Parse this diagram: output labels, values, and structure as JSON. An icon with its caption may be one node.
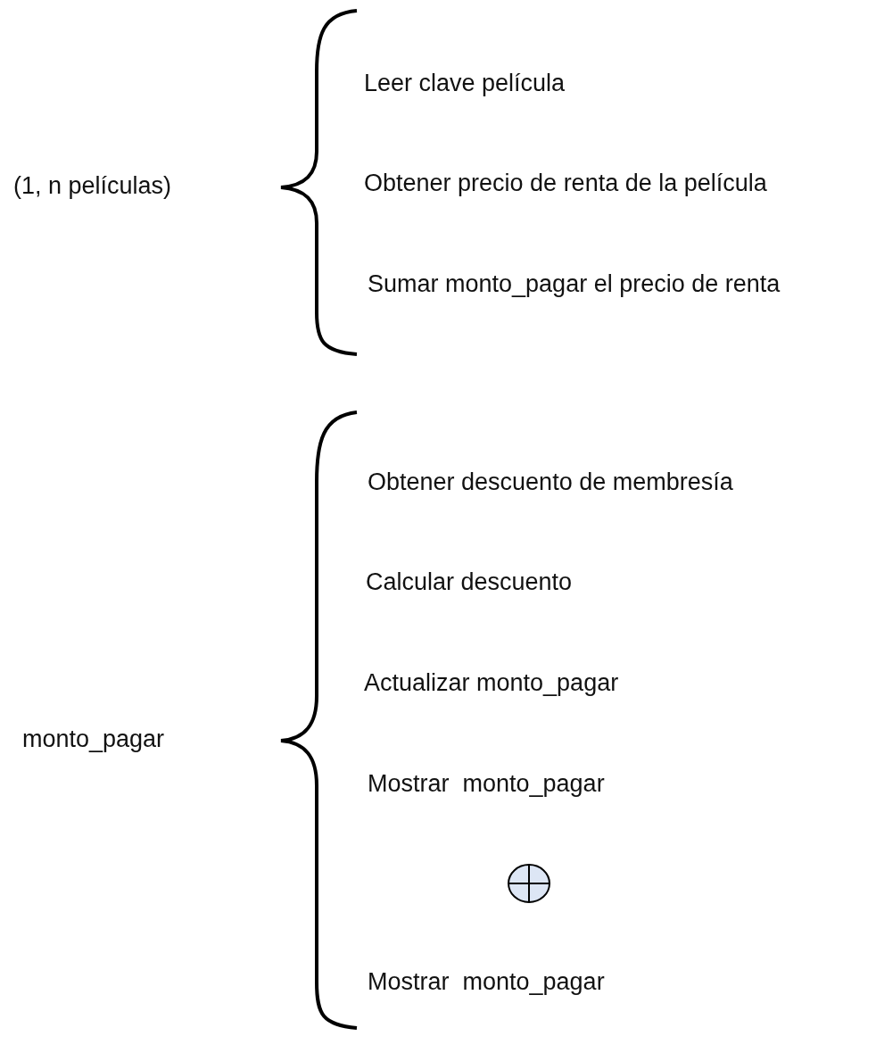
{
  "diagram": {
    "labels": [
      "Leer clave película",
      "(1, n películas)",
      "Obtener precio de renta de la película",
      "Sumar monto_pagar el precio de renta",
      "Obtener descuento de membresía",
      "Calcular descuento",
      "Actualizar monto_pagar",
      "monto_pagar",
      "Mostrar  monto_pagar",
      "Mostrar  monto_pagar"
    ]
  }
}
